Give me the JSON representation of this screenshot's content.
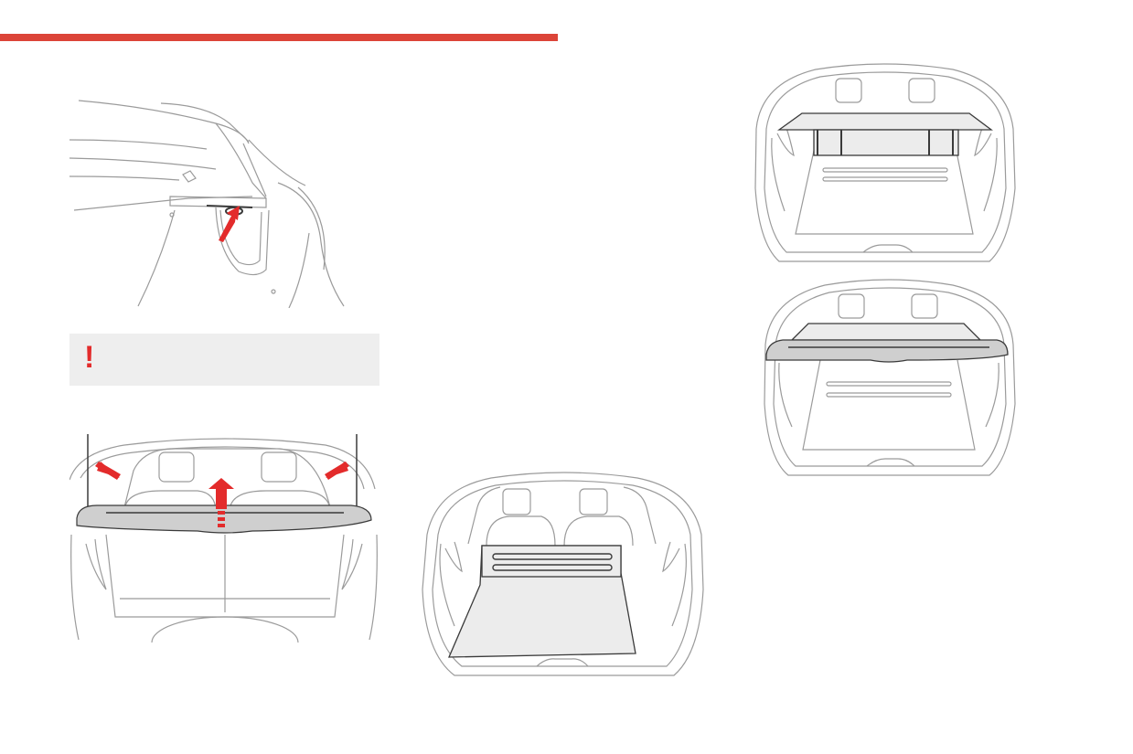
{
  "colors": {
    "accent": "#dc4438",
    "arrow": "#e32b2b",
    "line_art": "#9b9b9b",
    "line_dark": "#3a3a3a",
    "panel_fill": "#ececec",
    "shelf_fill": "#cfcfcf",
    "warning_bg": "#eeeeee"
  },
  "warning": {
    "icon": "exclamation-mark-icon",
    "symbol": "!"
  },
  "figures": [
    {
      "id": "tailgate-detail",
      "icon": "tailgate-strap-anchor-illustration",
      "arrows": 1
    },
    {
      "id": "parcel-shelf-removal",
      "icon": "parcel-shelf-lift-illustration",
      "arrows": 3
    },
    {
      "id": "boot-floor-panel",
      "icon": "boot-floor-panel-illustration",
      "arrows": 0
    },
    {
      "id": "shelf-upright-storage",
      "icon": "shelf-vertical-storage-illustration",
      "arrows": 0
    },
    {
      "id": "shelf-horizontal-storage",
      "icon": "shelf-horizontal-storage-illustration",
      "arrows": 0
    }
  ]
}
